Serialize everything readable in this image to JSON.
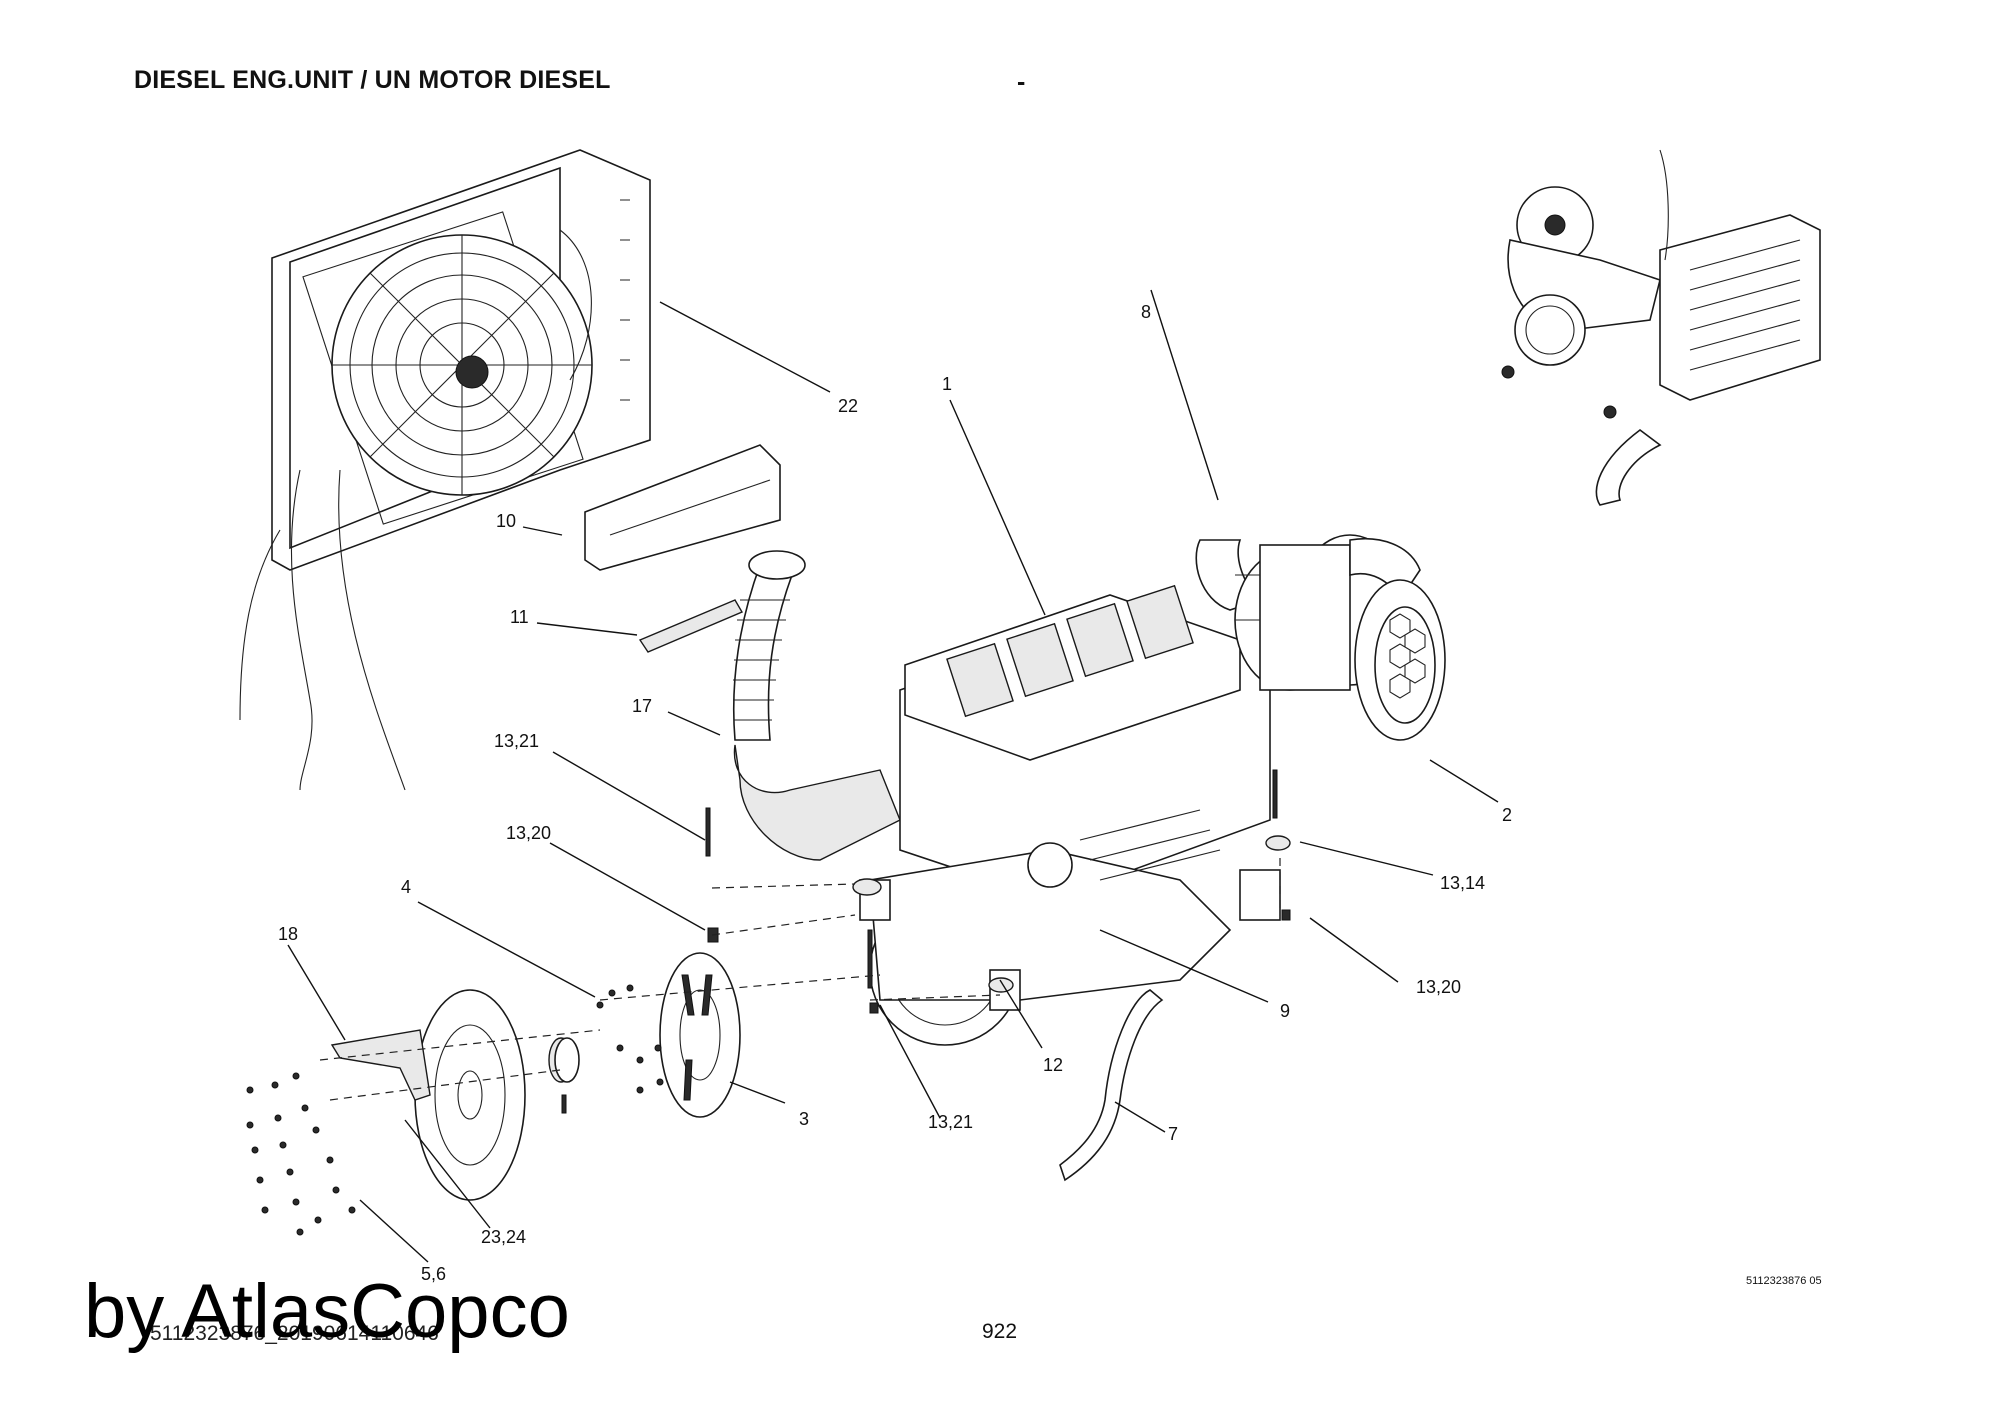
{
  "header": {
    "title": "DIESEL ENG.UNIT / UN MOTOR DIESEL",
    "dash": "-"
  },
  "callouts": [
    {
      "id": "c22",
      "text": "22"
    },
    {
      "id": "c1",
      "text": "1"
    },
    {
      "id": "c8",
      "text": "8"
    },
    {
      "id": "c10",
      "text": "10"
    },
    {
      "id": "c11",
      "text": "11"
    },
    {
      "id": "c17",
      "text": "17"
    },
    {
      "id": "c1321a",
      "text": "13,21"
    },
    {
      "id": "c1320a",
      "text": "13,20"
    },
    {
      "id": "c2",
      "text": "2"
    },
    {
      "id": "c1314",
      "text": "13,14"
    },
    {
      "id": "c4",
      "text": "4"
    },
    {
      "id": "c18",
      "text": "18"
    },
    {
      "id": "c1320b",
      "text": "13,20"
    },
    {
      "id": "c9",
      "text": "9"
    },
    {
      "id": "c12",
      "text": "12"
    },
    {
      "id": "c3",
      "text": "3"
    },
    {
      "id": "c1321b",
      "text": "13,21"
    },
    {
      "id": "c7",
      "text": "7"
    },
    {
      "id": "c2324",
      "text": "23,24"
    },
    {
      "id": "c56",
      "text": "5,6"
    }
  ],
  "footer": {
    "drawing_number": "5112323876 05",
    "page_number": "922",
    "file_code": "5112323876_20190614110646",
    "watermark": "by AtlasCopco"
  }
}
